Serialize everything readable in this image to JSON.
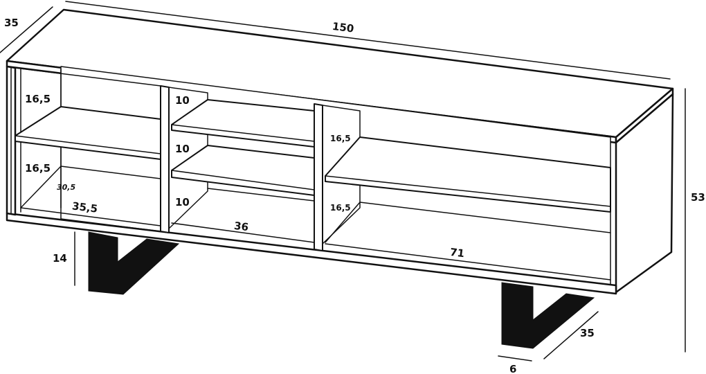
{
  "dimensions": {
    "overall_width": "150",
    "overall_depth_top": "35",
    "overall_height": "53",
    "leg_height": "14",
    "leg_depth": "35",
    "leg_width": "6",
    "left_shelf_top": "16,5",
    "left_shelf_bottom": "16,5",
    "left_inner_depth": "30,5",
    "left_inner_width": "35,5",
    "middle_shelf_1": "10",
    "middle_shelf_2": "10",
    "middle_shelf_3": "10",
    "middle_inner_width": "36",
    "right_shelf_top": "16,5",
    "right_shelf_bottom": "16,5",
    "right_inner_width": "71"
  },
  "colors": {
    "line": "#111111",
    "background": "#ffffff"
  }
}
